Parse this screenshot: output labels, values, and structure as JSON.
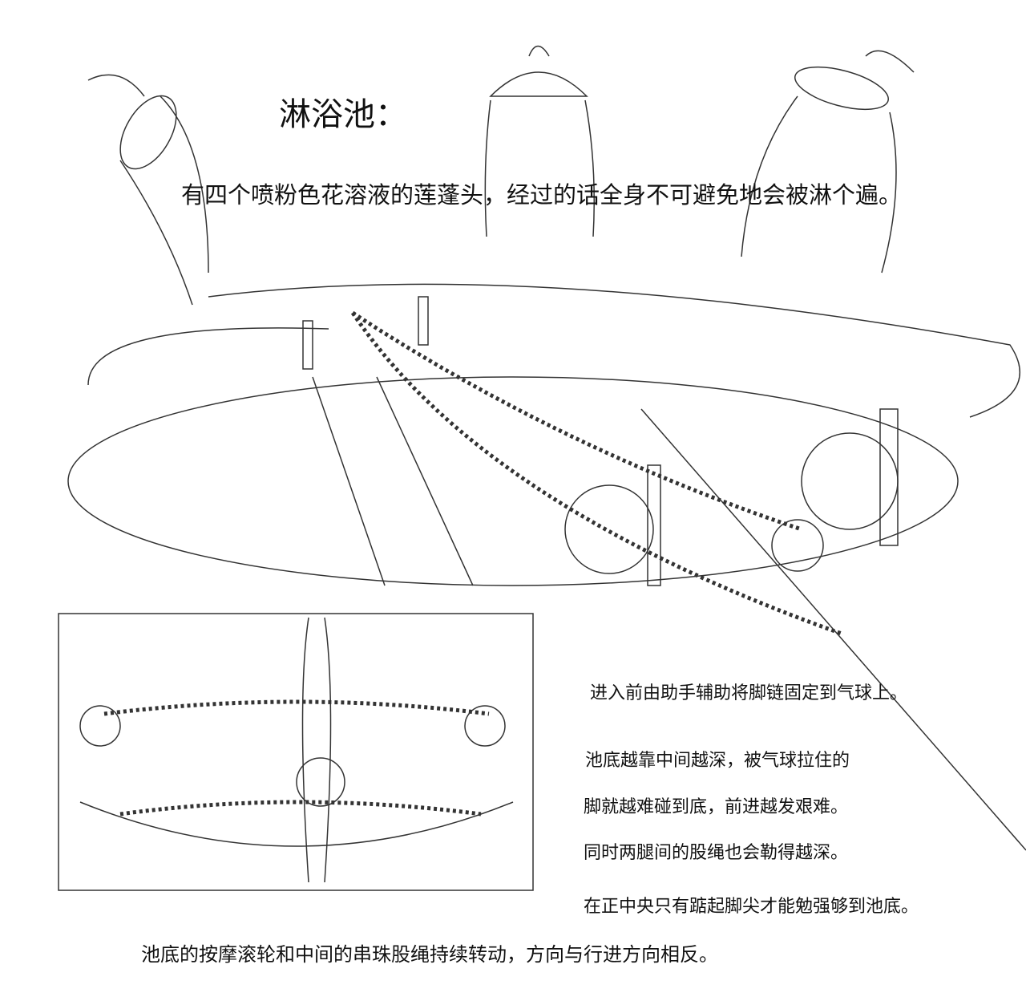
{
  "title": "淋浴池：",
  "intro": "有四个喷粉色花溶液的莲蓬头，经过的话全身不可避免地会被淋个遍。",
  "notes": [
    "进入前由助手辅助将脚链固定到气球上。",
    "池底越靠中间越深，被气球拉住的",
    "脚就越难碰到底，前进越发艰难。",
    "同时两腿间的股绳也会勒得越深。",
    "在正中央只有踮起脚尖才能勉强够到池底。"
  ],
  "bottom": "池底的按摩滚轮和中间的串珠股绳持续转动，方向与行进方向相反。",
  "colors": {
    "line": "#333333",
    "background": "#ffffff"
  }
}
